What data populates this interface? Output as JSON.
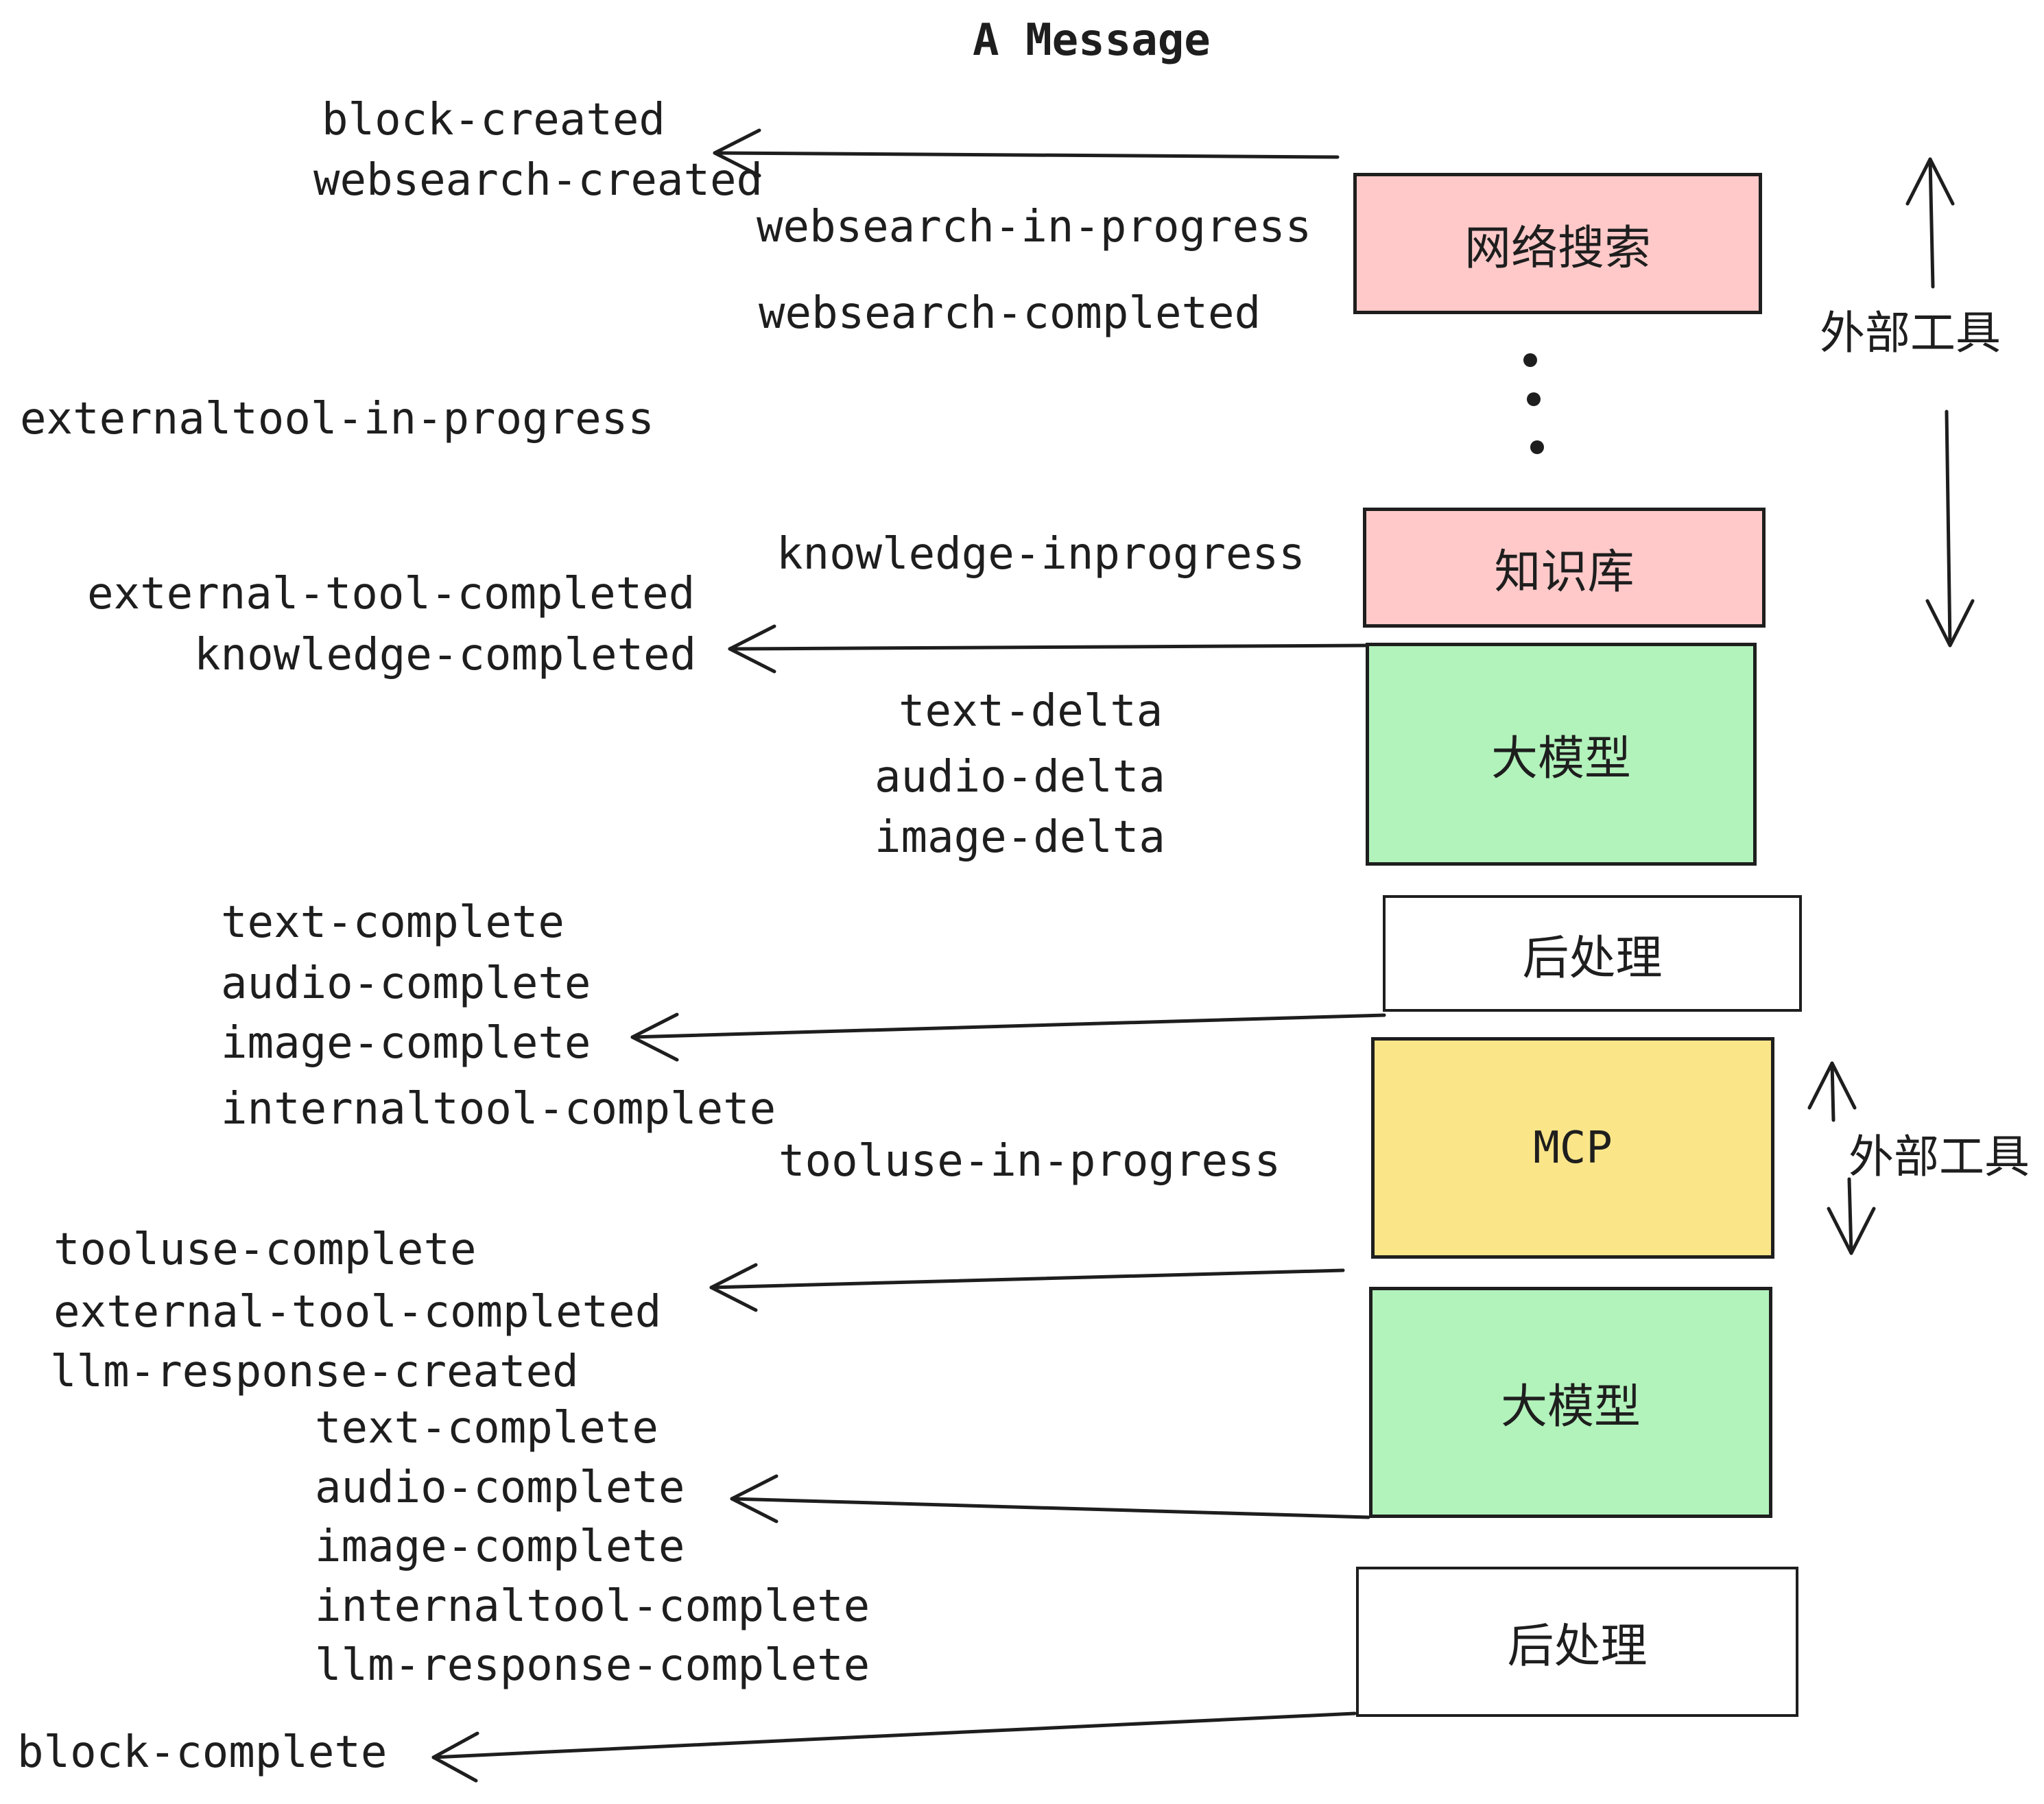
{
  "title": "A Message",
  "colors": {
    "pink": "#ffc9c9",
    "green": "#b2f2bb",
    "yellow": "#fae589",
    "white": "#ffffff",
    "ink": "#1e1e1e"
  },
  "boxes": [
    {
      "label": "网络搜索"
    },
    {
      "label": "知识库"
    },
    {
      "label": "大模型"
    },
    {
      "label": "后处理"
    },
    {
      "label": "MCP"
    },
    {
      "label": "大模型"
    },
    {
      "label": "后处理"
    }
  ],
  "side_labels": [
    {
      "text": "外部工具"
    },
    {
      "text": "外部工具"
    }
  ],
  "events": [
    {
      "text": "block-created"
    },
    {
      "text": "websearch-created"
    },
    {
      "text": "websearch-in-progress"
    },
    {
      "text": "websearch-completed"
    },
    {
      "text": "externaltool-in-progress"
    },
    {
      "text": "knowledge-inprogress"
    },
    {
      "text": "external-tool-completed"
    },
    {
      "text": "knowledge-completed"
    },
    {
      "text": "text-delta"
    },
    {
      "text": "audio-delta"
    },
    {
      "text": "image-delta"
    },
    {
      "text": "text-complete"
    },
    {
      "text": "audio-complete"
    },
    {
      "text": "image-complete"
    },
    {
      "text": "internaltool-complete"
    },
    {
      "text": "tooluse-in-progress"
    },
    {
      "text": "tooluse-complete"
    },
    {
      "text": "external-tool-completed"
    },
    {
      "text": "llm-response-created"
    },
    {
      "text": "text-complete"
    },
    {
      "text": "audio-complete"
    },
    {
      "text": "image-complete"
    },
    {
      "text": "internaltool-complete"
    },
    {
      "text": "llm-response-complete"
    },
    {
      "text": "block-complete"
    }
  ]
}
